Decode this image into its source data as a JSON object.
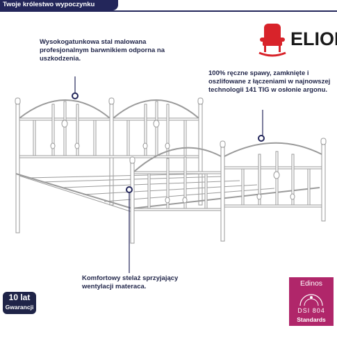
{
  "banner": {
    "title": "Twoje królestwo wypoczynku"
  },
  "logo": {
    "text": "ELIOR",
    "icon": "rocking-chair-icon",
    "color": "#d8232a"
  },
  "notes": [
    {
      "text": "Wysokogatunkowa stal malowana profesjonalnym barwnikiem odporna na uszkodzenia."
    },
    {
      "text": "100% ręczne spawy, zamknięte i oszlifowane z łączeniami w najnowszej technologii 141 TIG w osłonie argonu."
    },
    {
      "text": "Komfortowy stelaż sprzyjający wentylacji materaca."
    }
  ],
  "warranty": {
    "line1": "10 lat",
    "line2": "Gwarancji"
  },
  "certificate": {
    "brand": "Edinos",
    "standard": "DSI 804",
    "label": "Standards"
  },
  "product": {
    "name": "white metal bed frame",
    "color": "#ffffff"
  },
  "colors": {
    "navy": "#23265a",
    "magenta": "#b0266a",
    "red": "#d8232a"
  }
}
